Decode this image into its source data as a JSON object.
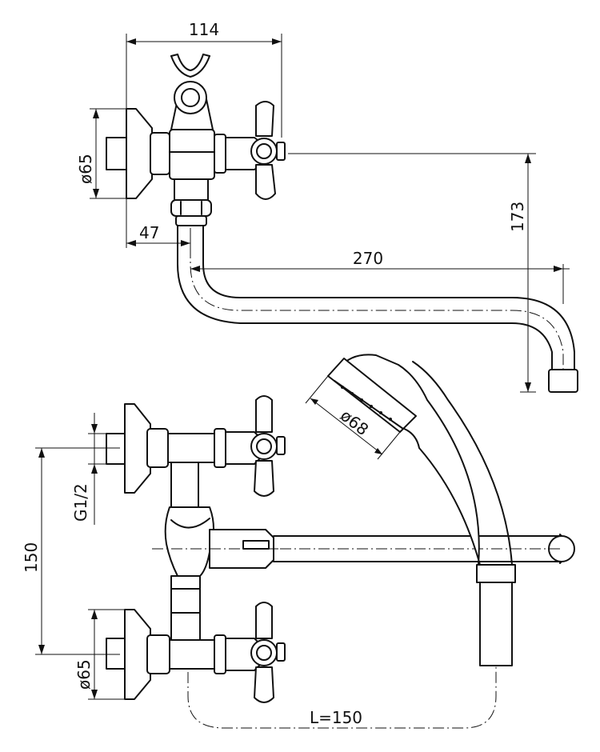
{
  "dimensions": {
    "top_width": "114",
    "top_flange_dia": "ø65",
    "top_offset": "47",
    "spout_reach": "270",
    "spout_height": "173",
    "handshower_dia": "ø68",
    "thread": "G1/2",
    "center_distance": "150",
    "bottom_flange_dia": "ø65",
    "hose_length": "L=150"
  }
}
